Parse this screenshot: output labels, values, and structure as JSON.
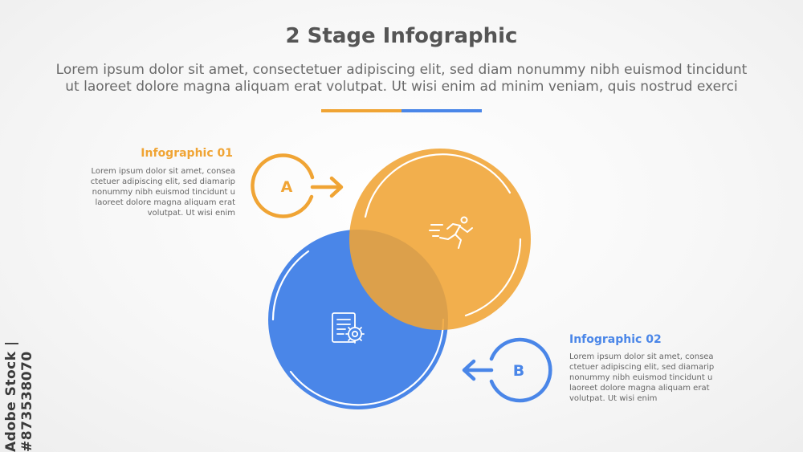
{
  "header": {
    "title": "2 Stage Infographic",
    "subtitle": "Lorem ipsum dolor sit amet, consectetuer adipiscing elit, sed diam nonummy nibh euismod tincidunt ut laoreet dolore magna aliquam erat volutpat. Ut wisi enim ad minim veniam, quis nostrud exerci"
  },
  "stages": [
    {
      "letter": "A",
      "title": "Infographic 01",
      "body": "Lorem ipsum dolor sit amet, consea ctetuer adipiscing elit, sed diamarip nonummy nibh euismod tincidunt u laoreet dolore magna aliquam erat volutpat. Ut wisi enim",
      "icon": "running-person-icon",
      "color": "#F0A434"
    },
    {
      "letter": "B",
      "title": "Infographic 02",
      "body": "Lorem ipsum dolor sit amet, consea ctetuer adipiscing elit, sed diamarip nonummy nibh euismod tincidunt u laoreet dolore magna aliquam erat volutpat. Ut wisi enim",
      "icon": "document-gear-icon",
      "color": "#4A86E8"
    }
  ],
  "watermark": {
    "id_text": "Adobe Stock | #873538070"
  }
}
